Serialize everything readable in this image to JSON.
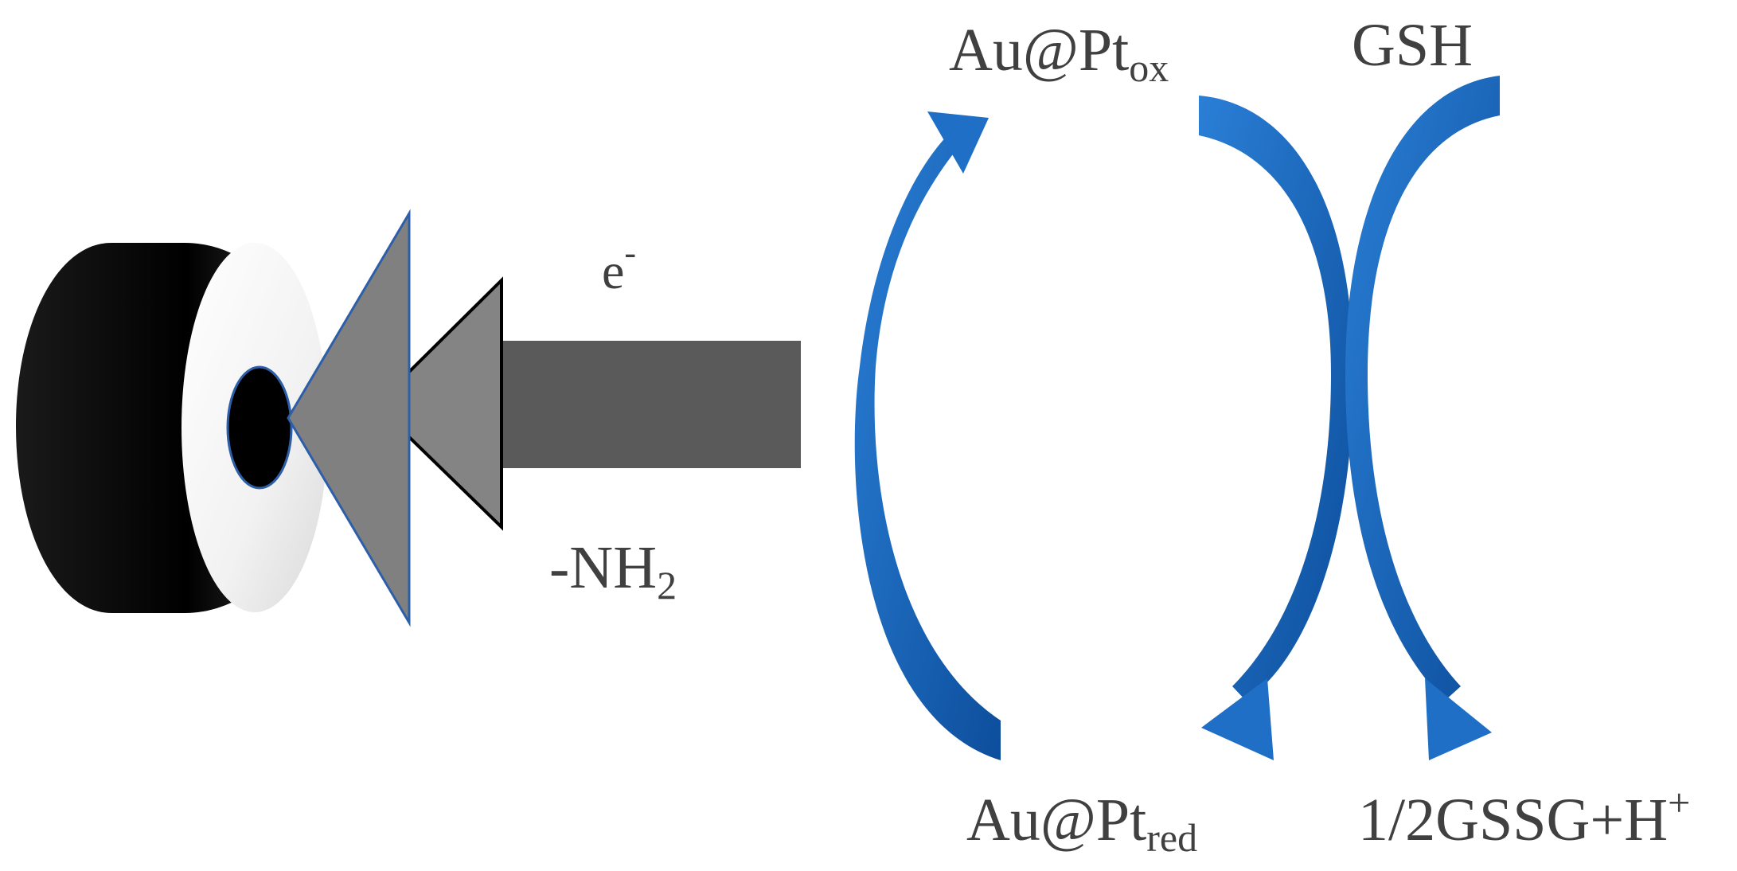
{
  "labels": {
    "oxidized": {
      "main": "Au@Pt",
      "sub": "ox"
    },
    "reduced": {
      "main": "Au@Pt",
      "sub": "red"
    },
    "thiol": "GSH",
    "disulfide": {
      "main": "1/2GSSG+H",
      "sup": "+"
    },
    "electron": {
      "main": "e",
      "sup": "-"
    },
    "amine": {
      "main": "-NH",
      "sub": "2"
    }
  },
  "colors": {
    "arrow_blue": "#1f6fc6",
    "arrow_blue_dark": "#0d4e9c",
    "shaft_gray": "#5a5a5a",
    "head_gray": "#828282",
    "text": "#404040",
    "electrode_dark": "#0a0a0a",
    "electrode_face": "#f3f3f3"
  }
}
